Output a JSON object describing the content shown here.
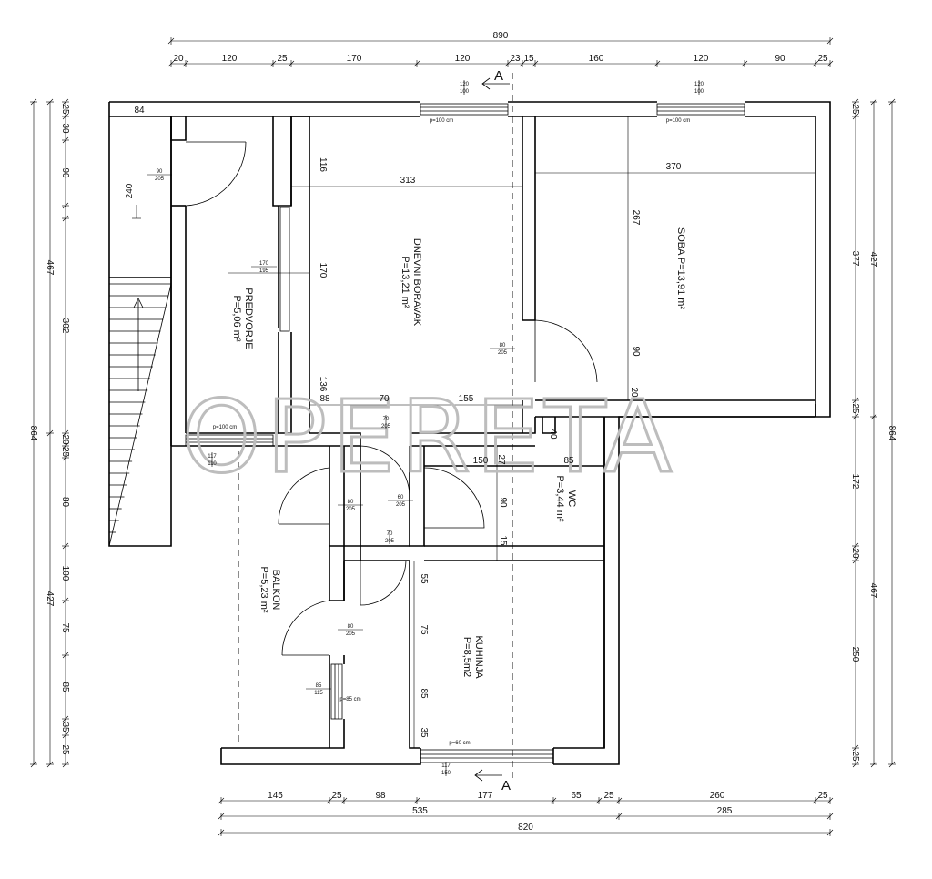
{
  "watermark": "OPERETA",
  "section_marker": "A",
  "rooms": {
    "predvorje": {
      "name": "PREDVORJE",
      "area": "P=5,06 m²"
    },
    "boravak": {
      "name": "DNEVNI BORAVAK",
      "area": "P=13,21 m²"
    },
    "soba": {
      "name": "SOBA P=13,91 m²"
    },
    "wc": {
      "name": "WC",
      "area": "P=3,44 m²"
    },
    "balkon": {
      "name": "BALKON",
      "area": "P=5,23 m²"
    },
    "kuhinja": {
      "name": "KUHINJA",
      "area": "P=8,5m2"
    }
  },
  "dims": {
    "top_total": "890",
    "top": [
      "20",
      "120",
      "25",
      "170",
      "120",
      "23",
      "15",
      "160",
      "120",
      "90",
      "25"
    ],
    "bottom": [
      "145",
      "25",
      "98",
      "177",
      "65",
      "25",
      "260",
      "25"
    ],
    "bottom_mid": [
      "535",
      "285"
    ],
    "bottom_total": "820",
    "left_outer": [
      "864"
    ],
    "left_mid": [
      "467",
      "427"
    ],
    "left": [
      "25",
      "30",
      "90",
      "240",
      "302",
      "20",
      "25",
      "80",
      "100",
      "75",
      "85",
      "35",
      "25"
    ],
    "right_outer": "864",
    "right_mid": [
      "427",
      "467"
    ],
    "right": [
      "25",
      "377",
      "25",
      "172",
      "20",
      "250",
      "25"
    ],
    "interior": [
      "84",
      "116",
      "313",
      "370",
      "170",
      "267",
      "90",
      "136",
      "88",
      "70",
      "155",
      "20",
      "40",
      "150",
      "27",
      "85",
      "90",
      "15",
      "55",
      "75",
      "85",
      "35"
    ]
  },
  "openings": {
    "w_top1": [
      "120",
      "100"
    ],
    "p_top1": "p=100 cm",
    "w_top2": [
      "120",
      "100"
    ],
    "p_top2": "p=100 cm",
    "d_entry": [
      "90",
      "205"
    ],
    "d_pred": [
      "170",
      "195"
    ],
    "d_bor": [
      "80",
      "205"
    ],
    "d_mid1": [
      "70",
      "205"
    ],
    "w_balk1": [
      "117",
      "110"
    ],
    "p_balk1": "p=100 cm",
    "d_bal1": [
      "80",
      "205"
    ],
    "d_wc": [
      "60",
      "205"
    ],
    "d_kuh": [
      "70",
      "205"
    ],
    "d_bal2": [
      "80",
      "205"
    ],
    "w_bal3": [
      "85",
      "115"
    ],
    "p_bal3": "p=85 cm",
    "w_kuh": [
      "117",
      "150"
    ],
    "p_kuh": "p=60 cm"
  }
}
